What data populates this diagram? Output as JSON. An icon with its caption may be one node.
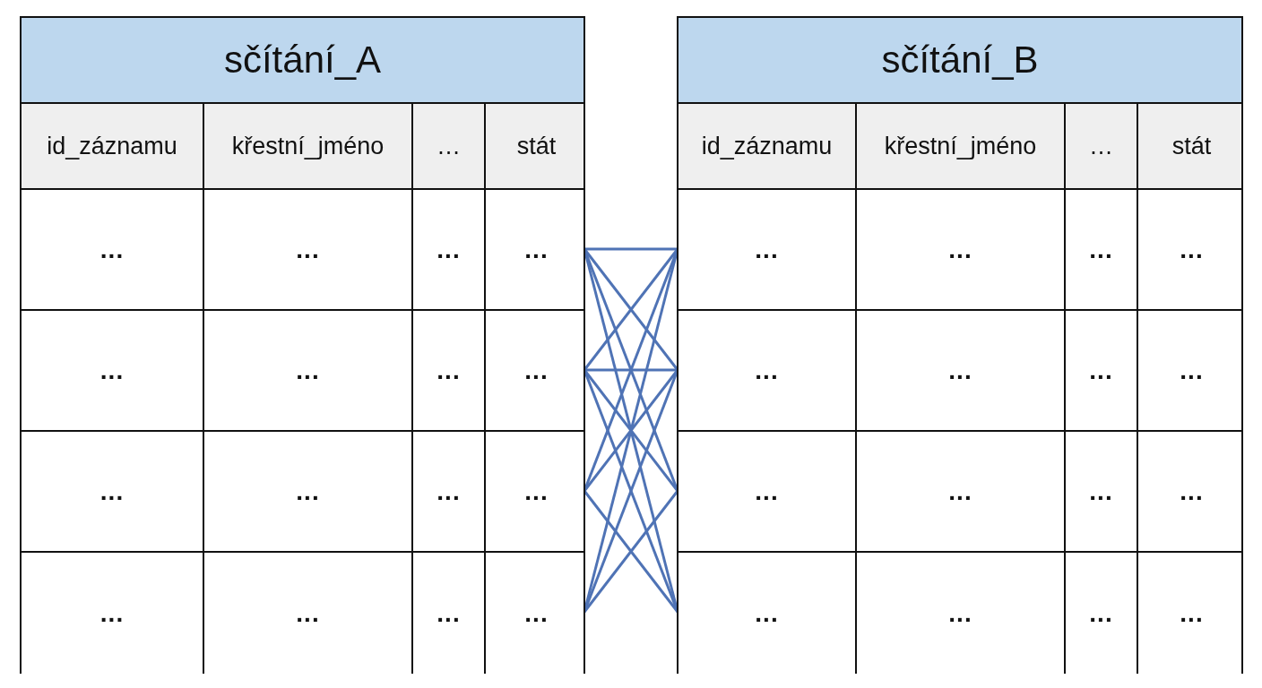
{
  "diagram": {
    "nodes": [
      {
        "text": [
          "sčítání_A",
          "id_záznamu",
          "křestní_jméno",
          "…",
          "stát"
        ]
      },
      {
        "text": [
          "...",
          "...",
          "...",
          "..."
        ],
        "in": 0
      },
      {
        "text": [
          "...",
          "...",
          "...",
          "..."
        ],
        "in": 0
      },
      {
        "text": [
          "...",
          "...",
          "...",
          "..."
        ],
        "in": 0
      },
      {
        "text": [
          "...",
          "...",
          "...",
          "..."
        ],
        "in": 0
      },
      {
        "text": [
          "sčítání_B",
          "id_záznamu",
          "křestní_jméno",
          "…",
          "stát"
        ]
      },
      {
        "text": [
          "...",
          "...",
          "...",
          "..."
        ],
        "in": 5
      },
      {
        "text": [
          "...",
          "...",
          "...",
          "..."
        ],
        "in": 5
      },
      {
        "text": [
          "...",
          "...",
          "...",
          "..."
        ],
        "in": 5
      },
      {
        "text": [
          "...",
          "...",
          "...",
          "..."
        ],
        "in": 5
      }
    ],
    "edges": [
      {
        "from": 1,
        "to": 6,
        "arrow": "none"
      },
      {
        "from": 1,
        "to": 7,
        "arrow": "none"
      },
      {
        "from": 1,
        "to": 8,
        "arrow": "none"
      },
      {
        "from": 1,
        "to": 9,
        "arrow": "none"
      },
      {
        "from": 2,
        "to": 6,
        "arrow": "none"
      },
      {
        "from": 2,
        "to": 7,
        "arrow": "none"
      },
      {
        "from": 2,
        "to": 8,
        "arrow": "none"
      },
      {
        "from": 2,
        "to": 9,
        "arrow": "none"
      },
      {
        "from": 3,
        "to": 6,
        "arrow": "none"
      },
      {
        "from": 3,
        "to": 7,
        "arrow": "none"
      },
      {
        "from": 3,
        "to": 9,
        "arrow": "none"
      },
      {
        "from": 4,
        "to": 6,
        "arrow": "none"
      },
      {
        "from": 4,
        "to": 7,
        "arrow": "none"
      },
      {
        "from": 4,
        "to": 8,
        "arrow": "none"
      }
    ]
  }
}
